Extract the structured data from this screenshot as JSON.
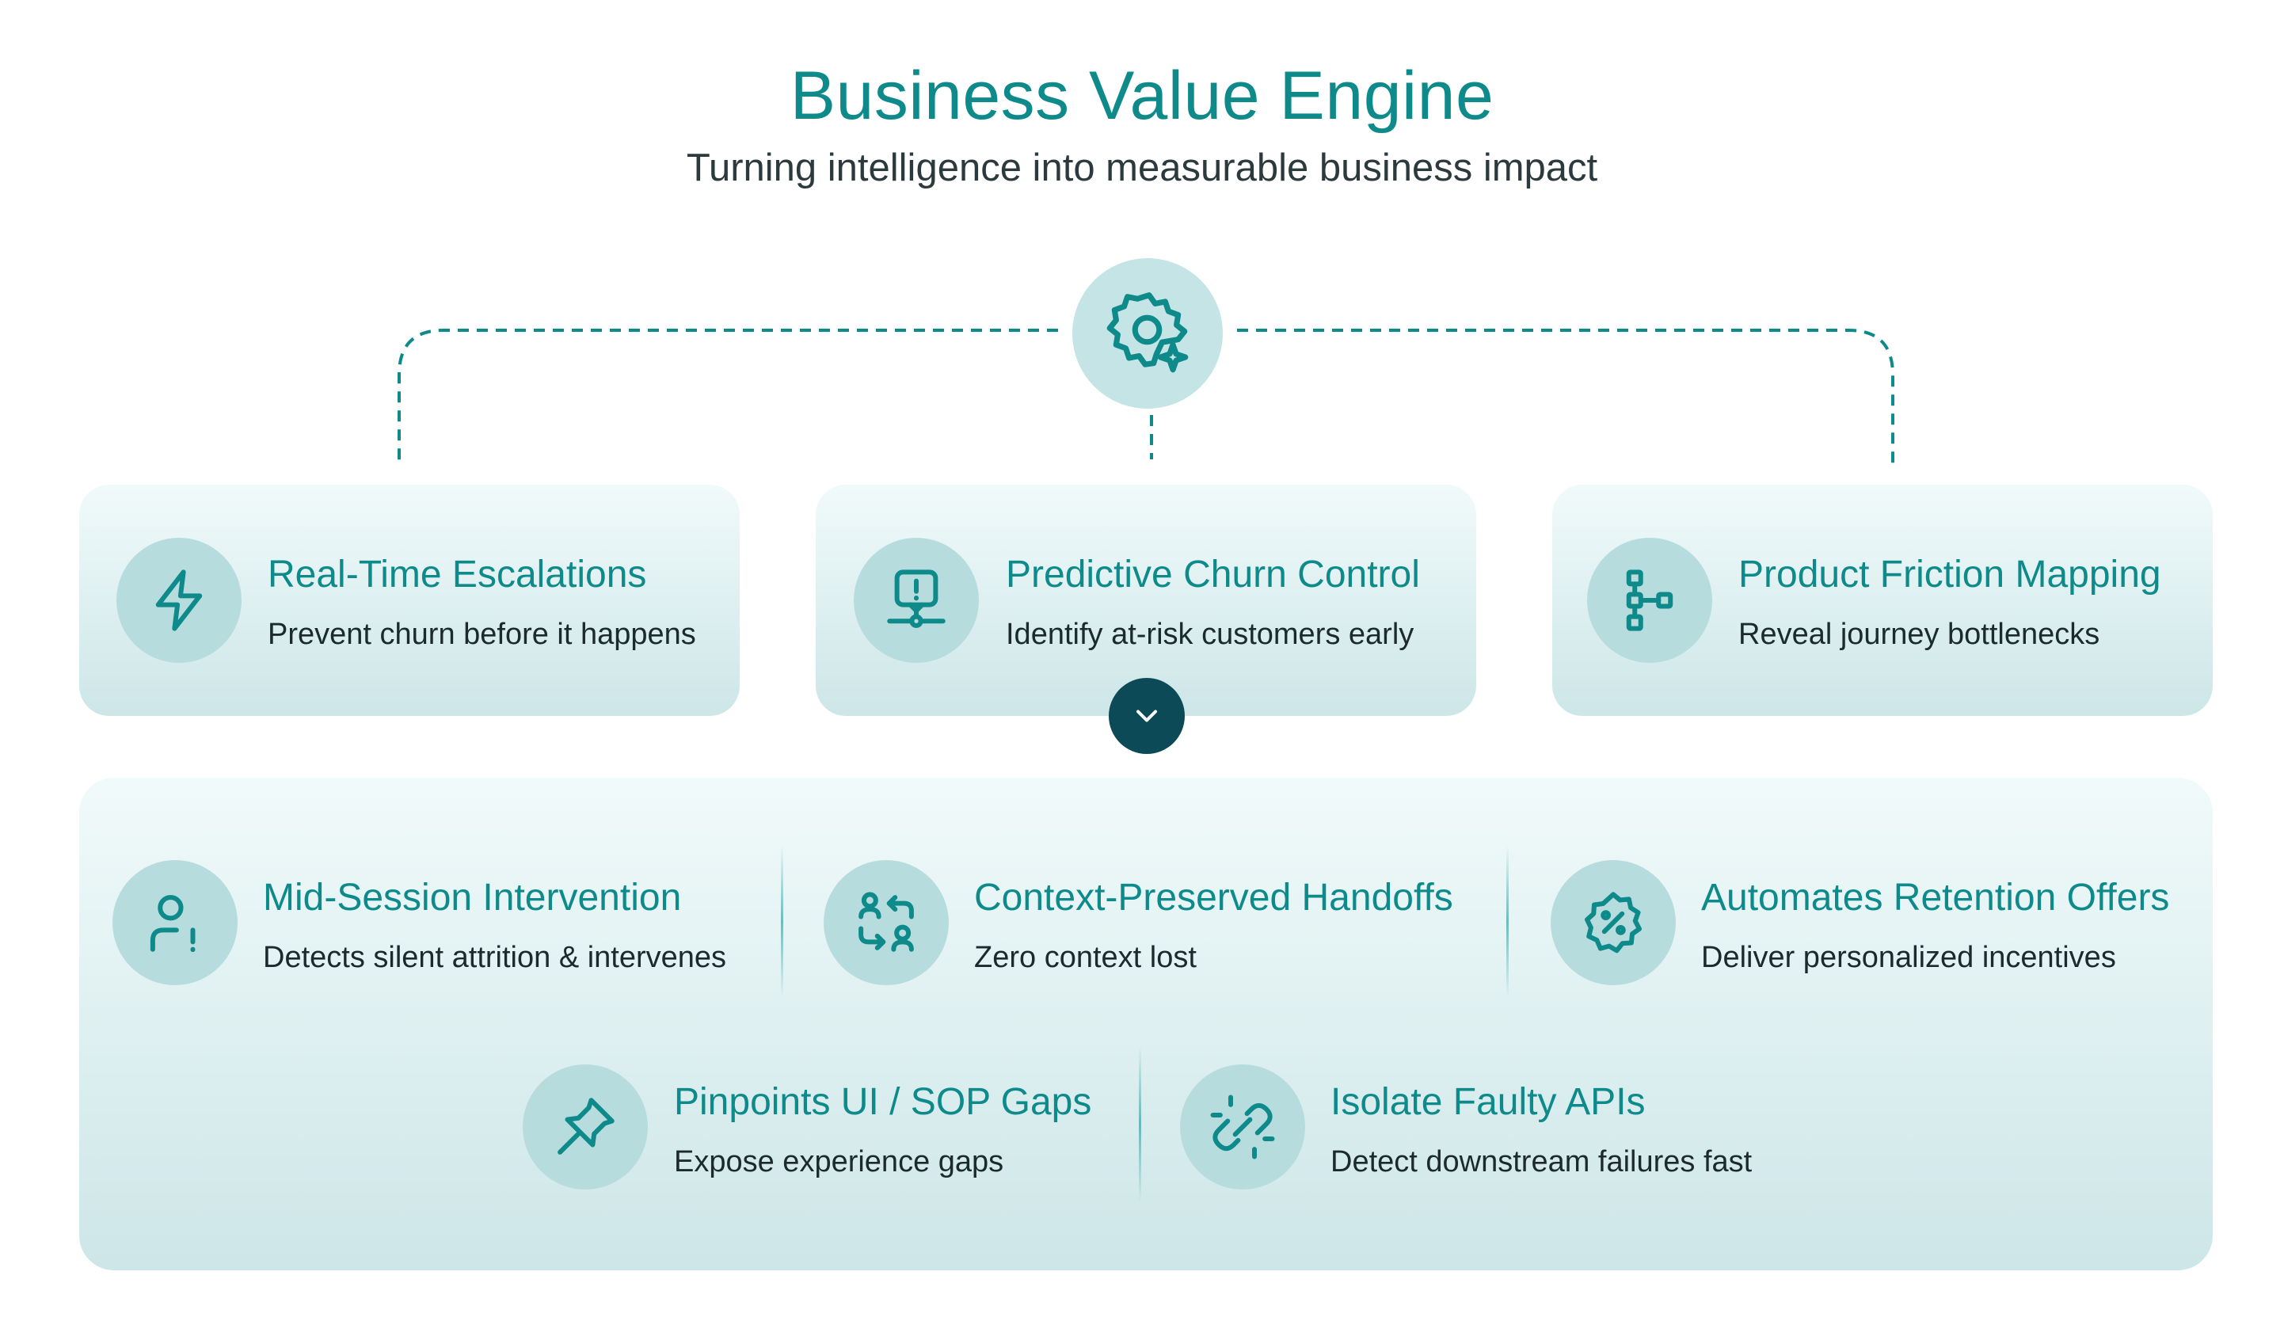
{
  "header": {
    "title": "Business Value Engine",
    "subtitle": "Turning intelligence into measurable business impact"
  },
  "hub": {
    "icon": "gear-sparkle-icon"
  },
  "top_cards": [
    {
      "title": "Real-Time Escalations",
      "desc": "Prevent churn before it happens",
      "icon": "lightning-icon"
    },
    {
      "title": "Predictive Churn Control",
      "desc": "Identify at-risk customers early",
      "icon": "monitor-alert-icon"
    },
    {
      "title": "Product Friction Mapping",
      "desc": "Reveal journey bottlenecks",
      "icon": "flow-map-icon"
    }
  ],
  "expand_button": {
    "icon": "chevron-down-icon"
  },
  "panel_items": [
    {
      "title": "Mid-Session Intervention",
      "desc": "Detects silent attrition & intervenes",
      "icon": "user-alert-icon"
    },
    {
      "title": "Context-Preserved Handoffs",
      "desc": "Zero context lost",
      "icon": "user-swap-icon"
    },
    {
      "title": "Automates Retention Offers",
      "desc": "Deliver personalized incentives",
      "icon": "discount-badge-icon"
    },
    {
      "title": "Pinpoints UI / SOP Gaps",
      "desc": "Expose experience gaps",
      "icon": "pin-icon"
    },
    {
      "title": "Isolate Faulty APIs",
      "desc": "Detect downstream failures fast",
      "icon": "broken-link-icon"
    }
  ],
  "colors": {
    "accent": "#0e8a8b",
    "dark_button": "#0c4a58",
    "icon_bg": "#b7dcde",
    "card_top": "#f1fafa",
    "card_bottom": "#cde6e8"
  }
}
